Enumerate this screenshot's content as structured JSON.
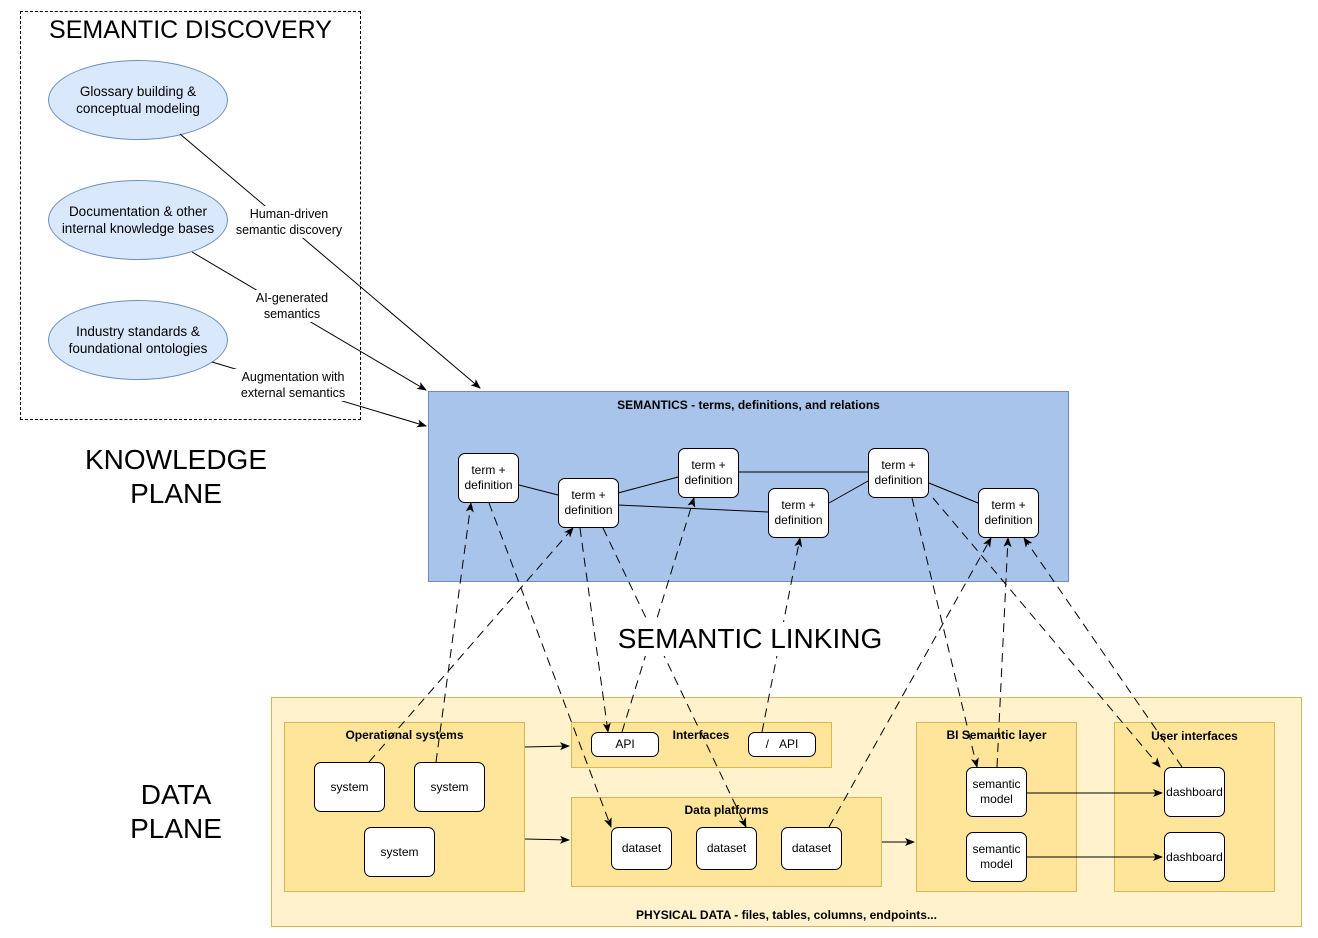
{
  "knowledge": {
    "discovery_title": "SEMANTIC DISCOVERY",
    "plane_label_1": "KNOWLEDGE",
    "plane_label_2": "PLANE",
    "sources": [
      {
        "line1": "Glossary building &",
        "line2": "conceptual modeling"
      },
      {
        "line1": "Documentation & other",
        "line2": "internal knowledge bases"
      },
      {
        "line1": "Industry standards &",
        "line2": "foundational ontologies"
      }
    ],
    "edge_labels": [
      {
        "line1": "Human-driven",
        "line2": "semantic discovery"
      },
      {
        "line1": "AI-generated",
        "line2": "semantics"
      },
      {
        "line1": "Augmentation with",
        "line2": "external semantics"
      }
    ]
  },
  "semantics": {
    "title": "SEMANTICS - terms, definitions, and relations",
    "term_line1": "term +",
    "term_line2": "definition"
  },
  "linking_label": "SEMANTIC LINKING",
  "data": {
    "plane_label_1": "DATA",
    "plane_label_2": "PLANE",
    "physical_title": "PHYSICAL DATA - files, tables, columns, endpoints...",
    "operational": {
      "title": "Operational systems",
      "item": "system"
    },
    "interfaces": {
      "title": "Interfaces",
      "item": "API",
      "slash": "/"
    },
    "platforms": {
      "title": "Data platforms",
      "item": "dataset"
    },
    "bi": {
      "title": "BI Semantic layer",
      "line1": "semantic",
      "line2": "model"
    },
    "ui": {
      "title": "User interfaces",
      "item": "dashboard"
    }
  }
}
